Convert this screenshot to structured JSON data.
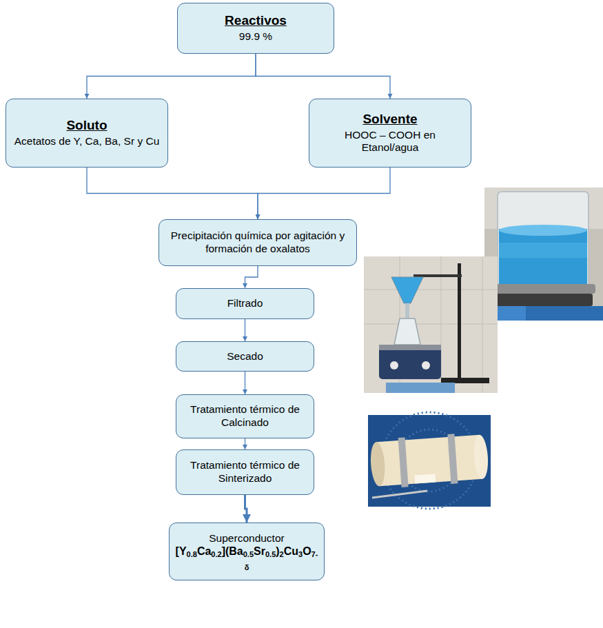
{
  "diagram": {
    "nodes": [
      {
        "text": [
          "Reactivos",
          "99.9 %"
        ]
      },
      {
        "text": [
          "Soluto",
          "Acetatos de Y, Ca, Ba, Sr y Cu"
        ]
      },
      {
        "text": [
          "Solvente",
          "HOOC – COOH en Etanol/agua"
        ]
      },
      {
        "text": [
          "Precipitación química por agitación y formación de oxalatos"
        ]
      },
      {
        "text": [
          "Filtrado"
        ]
      },
      {
        "text": [
          "Secado"
        ]
      },
      {
        "text": [
          "Tratamiento térmico de Calcinado"
        ]
      },
      {
        "text": [
          "Tratamiento térmico de Sinterizado"
        ]
      },
      {
        "text": [
          "Superconductor",
          "[Y0.8Ca0.2](Ba0.5Sr0.5)2Cu3O7-δ"
        ]
      }
    ],
    "edges": [
      {
        "from": 0,
        "to": 1,
        "arrow": "to"
      },
      {
        "from": 0,
        "to": 2,
        "arrow": "to"
      },
      {
        "from": 1,
        "to": 3,
        "arrow": "to"
      },
      {
        "from": 2,
        "to": 3,
        "arrow": "to"
      },
      {
        "from": 3,
        "to": 4,
        "arrow": "to"
      },
      {
        "from": 4,
        "to": 5,
        "arrow": "to"
      },
      {
        "from": 5,
        "to": 6,
        "arrow": "to"
      },
      {
        "from": 6,
        "to": 7,
        "arrow": "to"
      },
      {
        "from": 7,
        "to": 8,
        "arrow": "to"
      }
    ]
  }
}
